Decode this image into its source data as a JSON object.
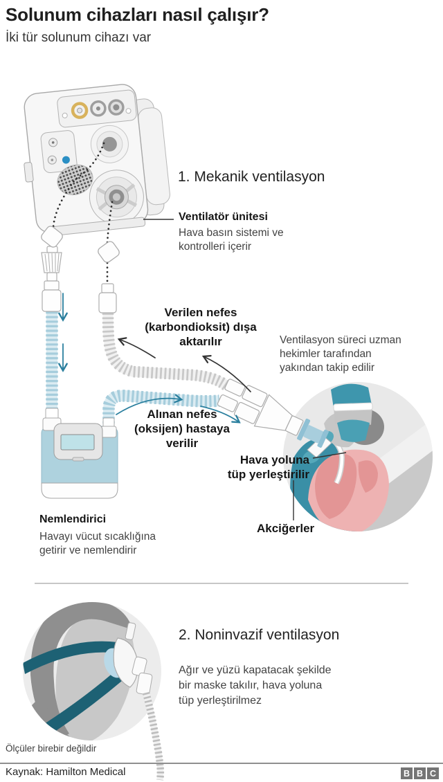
{
  "colors": {
    "accent_teal": "#2a7f9e",
    "strap_teal": "#1d6174",
    "scrub_teal": "#3e96ad",
    "tube_blue": "#a6cddc",
    "lung_pink": "#e39595",
    "port_ring_yellow": "#d8b25c",
    "power_dot_blue": "#2b8fc4",
    "divider_gray": "#c6c6c6",
    "logo_gray": "#757575"
  },
  "header": {
    "title": "Solunum cihazları nasıl çalışır?",
    "subtitle": "İki tür solunum cihazı var"
  },
  "section1": {
    "heading": "1. Mekanik ventilasyon",
    "ventilator_label": "Ventilatör ünitesi",
    "ventilator_desc": "Hava basın sistemi ve\nkontrolleri içerir",
    "exhale_label": "Verilen nefes\n(karbondioksit) dışa\naktarılır",
    "monitoring_note": "Ventilasyon süreci uzman\nhekimler tarafından\nyakından takip edilir",
    "inhale_label": "Alınan nefes\n(oksijen) hastaya\nverilir",
    "airway_label": "Hava yoluna\ntüp yerleştirilir",
    "lungs_label": "Akciğerler",
    "humidifier_label": "Nemlendirici",
    "humidifier_desc": "Havayı vücut sıcaklığına\ngetirir ve nemlendirir"
  },
  "section2": {
    "heading": "2. Noninvazif ventilasyon",
    "description": "Ağır ve yüzü kapatacak şekilde\nbir maske takılır, hava yoluna\ntüp yerleştirilmez"
  },
  "footnote": "Ölçüler birebir değildir",
  "footer": {
    "source": "Kaynak: Hamilton Medical",
    "logo_letters": [
      "B",
      "B",
      "C"
    ]
  }
}
